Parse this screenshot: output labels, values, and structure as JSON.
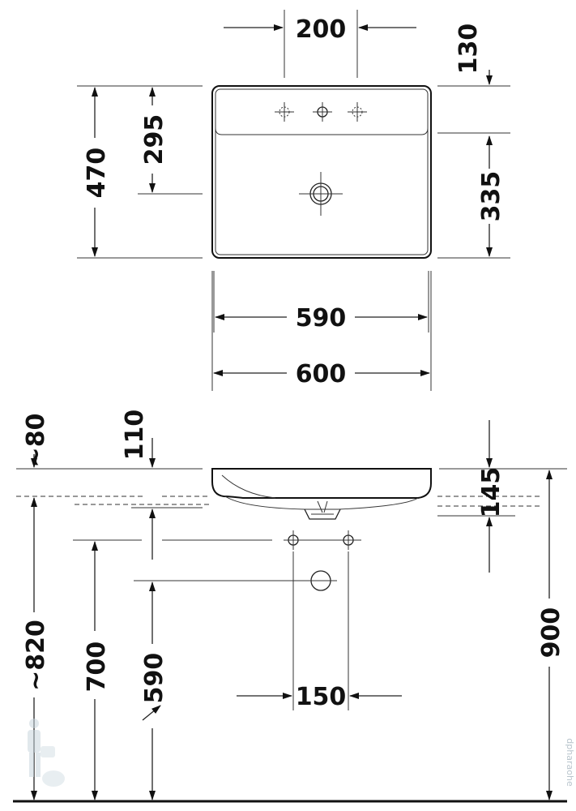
{
  "dimensions": {
    "top_view": {
      "tap_hole_spacing": "200",
      "tap_hole_offset": "130",
      "overall_depth": "470",
      "drain_offset": "295",
      "drain_to_front": "335",
      "inner_width": "590",
      "overall_width": "600"
    },
    "side_view": {
      "wall_gap": "~80",
      "basin_depth": "110",
      "basin_height": "145",
      "floor_to_top": "~820",
      "supply_height": "700",
      "waste_height": "590",
      "supply_spacing": "150",
      "mount_height": "900"
    }
  },
  "watermark": "dpharaohe"
}
